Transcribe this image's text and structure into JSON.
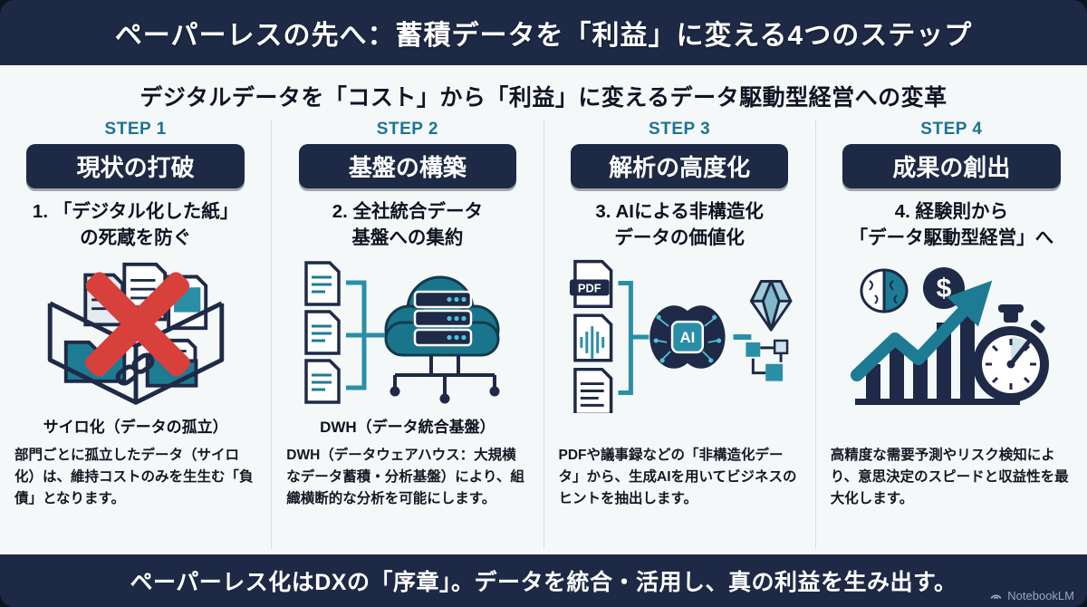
{
  "header": {
    "title": "ペーパーレスの先へ：蓄積データを「利益」に変える4つのステップ"
  },
  "subtitle": "デジタルデータを「コスト」から「利益」に変えるデータ駆動型経営への変革",
  "steps": [
    {
      "label": "STEP 1",
      "title": "現状の打破",
      "heading": "1. 「デジタル化した紙」\nの死蔵を防ぐ",
      "icon": "siloed-data-box-icon",
      "caption": "サイロ化（データの孤立）",
      "description": "部門ごとに孤立したデータ（サイロ化）は、維持コストのみを生生む「負債」となります。"
    },
    {
      "label": "STEP 2",
      "title": "基盤の構築",
      "heading": "2. 全社統合データ\n基盤への集約",
      "icon": "cloud-dwh-icon",
      "caption": "DWH（データ統合基盤）",
      "description": "DWH（データウェアハウス：大規横なデータ蓄積・分析基盤）により、組織横断的な分析を可能にします。"
    },
    {
      "label": "STEP 3",
      "title": "解析の高度化",
      "heading": "3. AIによる非構造化\nデータの価値化",
      "icon": "ai-brain-extraction-icon",
      "caption": "",
      "icon_labels": {
        "pdf": "PDF",
        "ai": "AI"
      },
      "description": "PDFや議事録などの「非構造化データ」から、生成AIを用いてビジネスのヒントを抽出します。"
    },
    {
      "label": "STEP 4",
      "title": "成果の創出",
      "heading": "4. 経験則から\n「データ駆動型経営」へ",
      "icon": "growth-chart-stopwatch-icon",
      "caption": "",
      "icon_labels": {
        "dollar": "$"
      },
      "description": "高精度な需要予測やリスク検知により、意思決定のスピードと収益性を最大化します。"
    }
  ],
  "footer": {
    "message": "ペーパーレス化はDXの「序章」。データを統合・活用し、真の利益を生み出す。",
    "watermark": "NotebookLM"
  },
  "colors": {
    "navy": "#1d2945",
    "teal": "#1d7b93",
    "teal_bright": "#2a8fa6",
    "red": "#d8403c",
    "background": "#f4f8f9",
    "step_label": "#1e7392"
  }
}
